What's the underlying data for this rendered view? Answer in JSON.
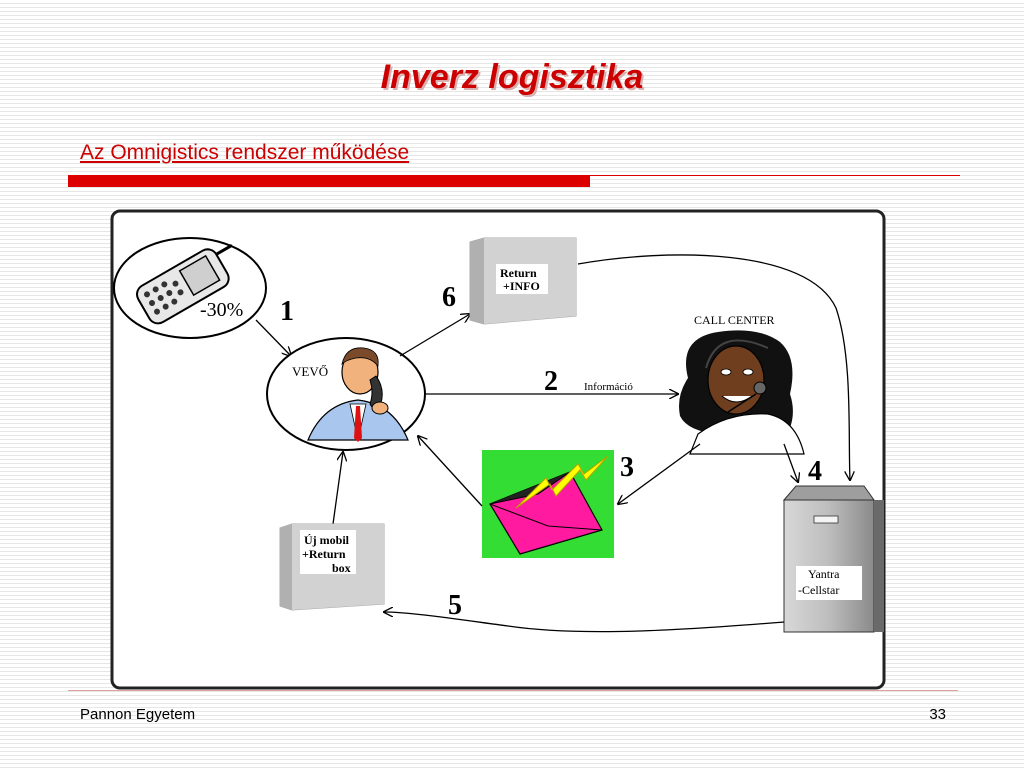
{
  "slide": {
    "title": "Inverz logisztika",
    "subtitle": "Az Omnigistics rendszer működése"
  },
  "footer": {
    "organization": "Pannon Egyetem",
    "page_number": "33"
  },
  "diagram": {
    "phone_discount": "-30%",
    "customer_label": "VEVŐ",
    "call_center_label": "CALL CENTER",
    "info_label": "Információ",
    "return_box_line1": "Return",
    "return_box_line2": "+INFO",
    "new_box_line1": "Új mobil",
    "new_box_line2": "+Return",
    "new_box_line3": "box",
    "yantra_line1": "Yantra",
    "yantra_line2": "-Cellstar",
    "steps": [
      "1",
      "2",
      "3",
      "4",
      "5",
      "6"
    ]
  },
  "colors": {
    "title_red": "#cc0000",
    "envelope_pink": "#ff1aa0",
    "envelope_bg": "#33dd33",
    "lightning": "#ffff00"
  }
}
